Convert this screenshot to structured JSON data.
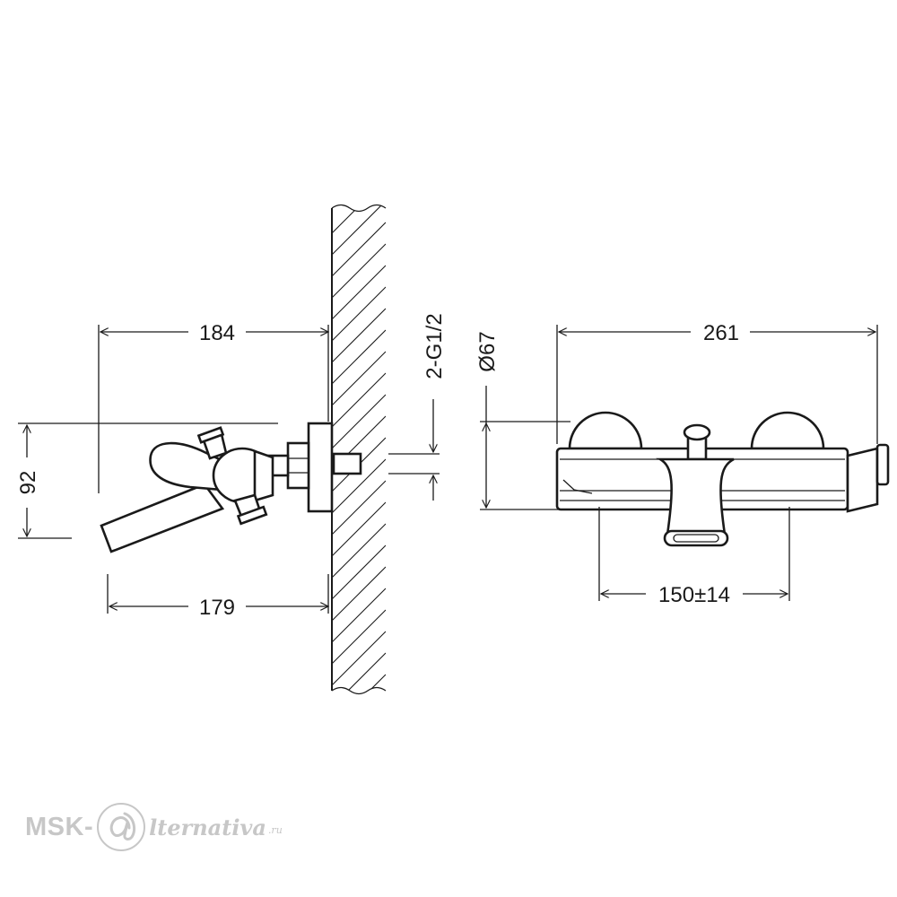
{
  "dimensions": {
    "depth_top": "184",
    "depth_bottom": "179",
    "height_left": "92",
    "connection": "2-G1/2",
    "diameter": "Ø67",
    "width_total": "261",
    "centers": "150±14"
  },
  "watermark": {
    "prefix": "MSK-",
    "logo_icon": "at-sign-circle-icon",
    "text": "lternativa",
    "suffix": ".ru"
  },
  "colors": {
    "line": "#1a1a1a",
    "watermark": "#c7c7c7",
    "background": "#ffffff"
  }
}
